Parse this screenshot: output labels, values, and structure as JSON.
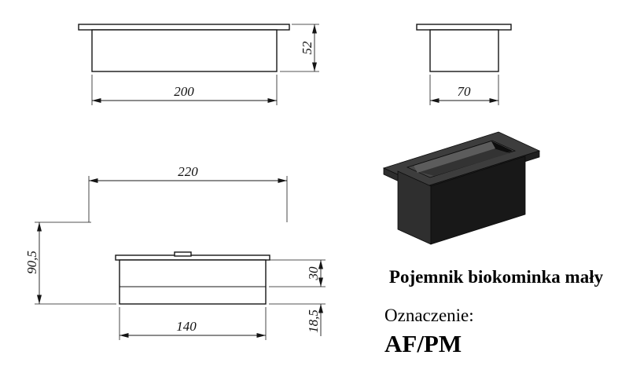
{
  "product": {
    "title": "Pojemnik biokominka mały",
    "designation_label": "Oznaczenie:",
    "designation_code": "AF/PM"
  },
  "dimensions_mm": {
    "front_width": "200",
    "front_height": "52",
    "side_width": "70",
    "mount_width": "220",
    "mount_height": "90,5",
    "insert_height": "30",
    "bottom_offset": "18,5",
    "bottom_width": "140"
  },
  "colors": {
    "line": "#151515",
    "render_top": "#3d3d3d",
    "render_rim": "#474747",
    "render_front": "#181818",
    "render_side": "#2f2f2f",
    "render_slot": "#0e0e0e"
  }
}
